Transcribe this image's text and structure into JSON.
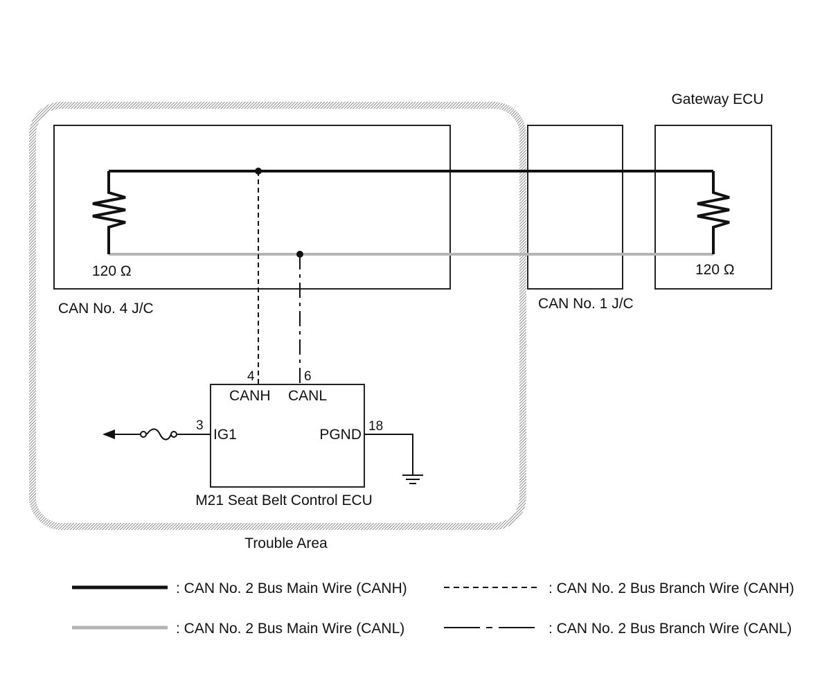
{
  "gateway_ecu": {
    "title": "Gateway ECU",
    "resistor": "120 Ω"
  },
  "jc4": {
    "label": "CAN No. 4 J/C",
    "resistor": "120 Ω"
  },
  "jc1": {
    "label": "CAN No. 1 J/C"
  },
  "ecu": {
    "name": "M21 Seat Belt Control ECU",
    "pins": {
      "canh": {
        "number": "4",
        "label": "CANH"
      },
      "canl": {
        "number": "6",
        "label": "CANL"
      },
      "ig1": {
        "number": "3",
        "label": "IG1"
      },
      "pgnd": {
        "number": "18",
        "label": "PGND"
      }
    }
  },
  "trouble_area": "Trouble Area",
  "legend": {
    "main_canh": ": CAN No. 2 Bus Main Wire (CANH)",
    "branch_canh": ": CAN No. 2 Bus Branch Wire (CANH)",
    "main_canl": ": CAN No. 2 Bus Main Wire (CANL)",
    "branch_canl": ": CAN No. 2 Bus Branch Wire (CANL)"
  },
  "colors": {
    "canh": "#111111",
    "canl": "#b4b4b4",
    "hatch": "#7a7a7a"
  }
}
